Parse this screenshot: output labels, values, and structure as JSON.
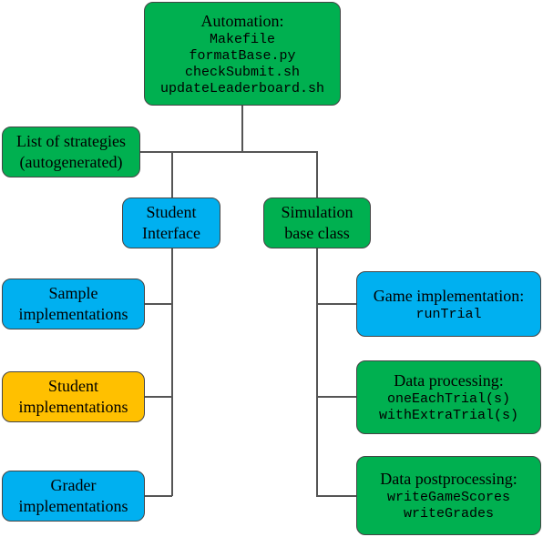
{
  "nodes": {
    "automation": {
      "title": "Automation:",
      "items": [
        "Makefile",
        "formatBase.py",
        "checkSubmit.sh",
        "updateLeaderboard.sh"
      ]
    },
    "strategies": {
      "line1": "List of strategies",
      "line2": "(autogenerated)"
    },
    "student_interface": {
      "line1": "Student",
      "line2": "Interface"
    },
    "simulation_base": {
      "line1": "Simulation",
      "line2": "base class"
    },
    "sample_impl": {
      "line1": "Sample",
      "line2": "implementations"
    },
    "student_impl": {
      "line1": "Student",
      "line2": "implementations"
    },
    "grader_impl": {
      "line1": "Grader",
      "line2": "implementations"
    },
    "game_impl": {
      "title": "Game implementation:",
      "items": [
        "runTrial"
      ]
    },
    "data_processing": {
      "title": "Data processing:",
      "items": [
        "oneEachTrial(s)",
        "withExtraTrial(s)"
      ]
    },
    "data_postprocessing": {
      "title": "Data postprocessing:",
      "items": [
        "writeGameScores",
        "writeGrades"
      ]
    }
  },
  "colors": {
    "green": "#00b050",
    "blue": "#00b0f0",
    "orange": "#ffc000",
    "connector": "#555555"
  }
}
